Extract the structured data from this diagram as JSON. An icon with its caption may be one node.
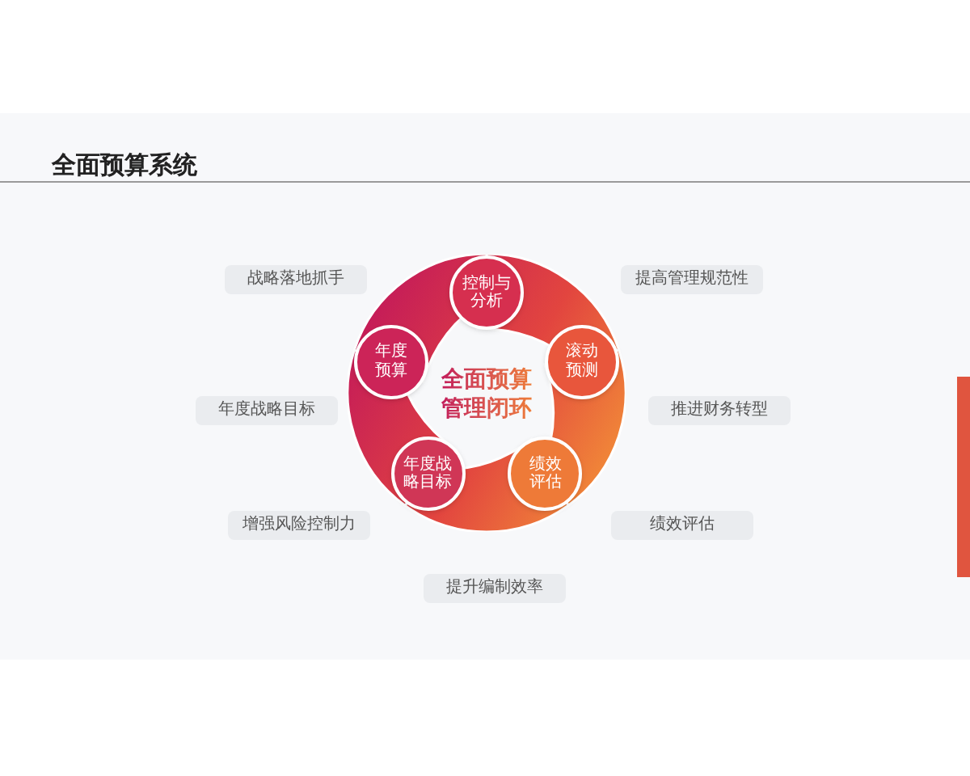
{
  "diagram": {
    "title": "全面预算系统",
    "nodes": [
      {
        "text": [
          "战略落地抓手"
        ]
      },
      {
        "text": [
          "提高管理规范性"
        ]
      },
      {
        "text": [
          "全面预算管理闭环"
        ]
      },
      {
        "text": [
          "控制与分析"
        ],
        "in": 2
      },
      {
        "text": [
          "年度预算"
        ],
        "in": 2
      },
      {
        "text": [
          "滚动预测"
        ],
        "in": 2
      },
      {
        "text": [
          "年度战略目标"
        ],
        "in": 2
      },
      {
        "text": [
          "绩效评估"
        ],
        "in": 2
      },
      {
        "text": [
          "年度战略目标"
        ]
      },
      {
        "text": [
          "推进财务转型"
        ]
      },
      {
        "text": [
          "增强风险控制力"
        ]
      },
      {
        "text": [
          "绩效评估"
        ]
      },
      {
        "text": [
          "提升编制效率"
        ]
      }
    ]
  }
}
